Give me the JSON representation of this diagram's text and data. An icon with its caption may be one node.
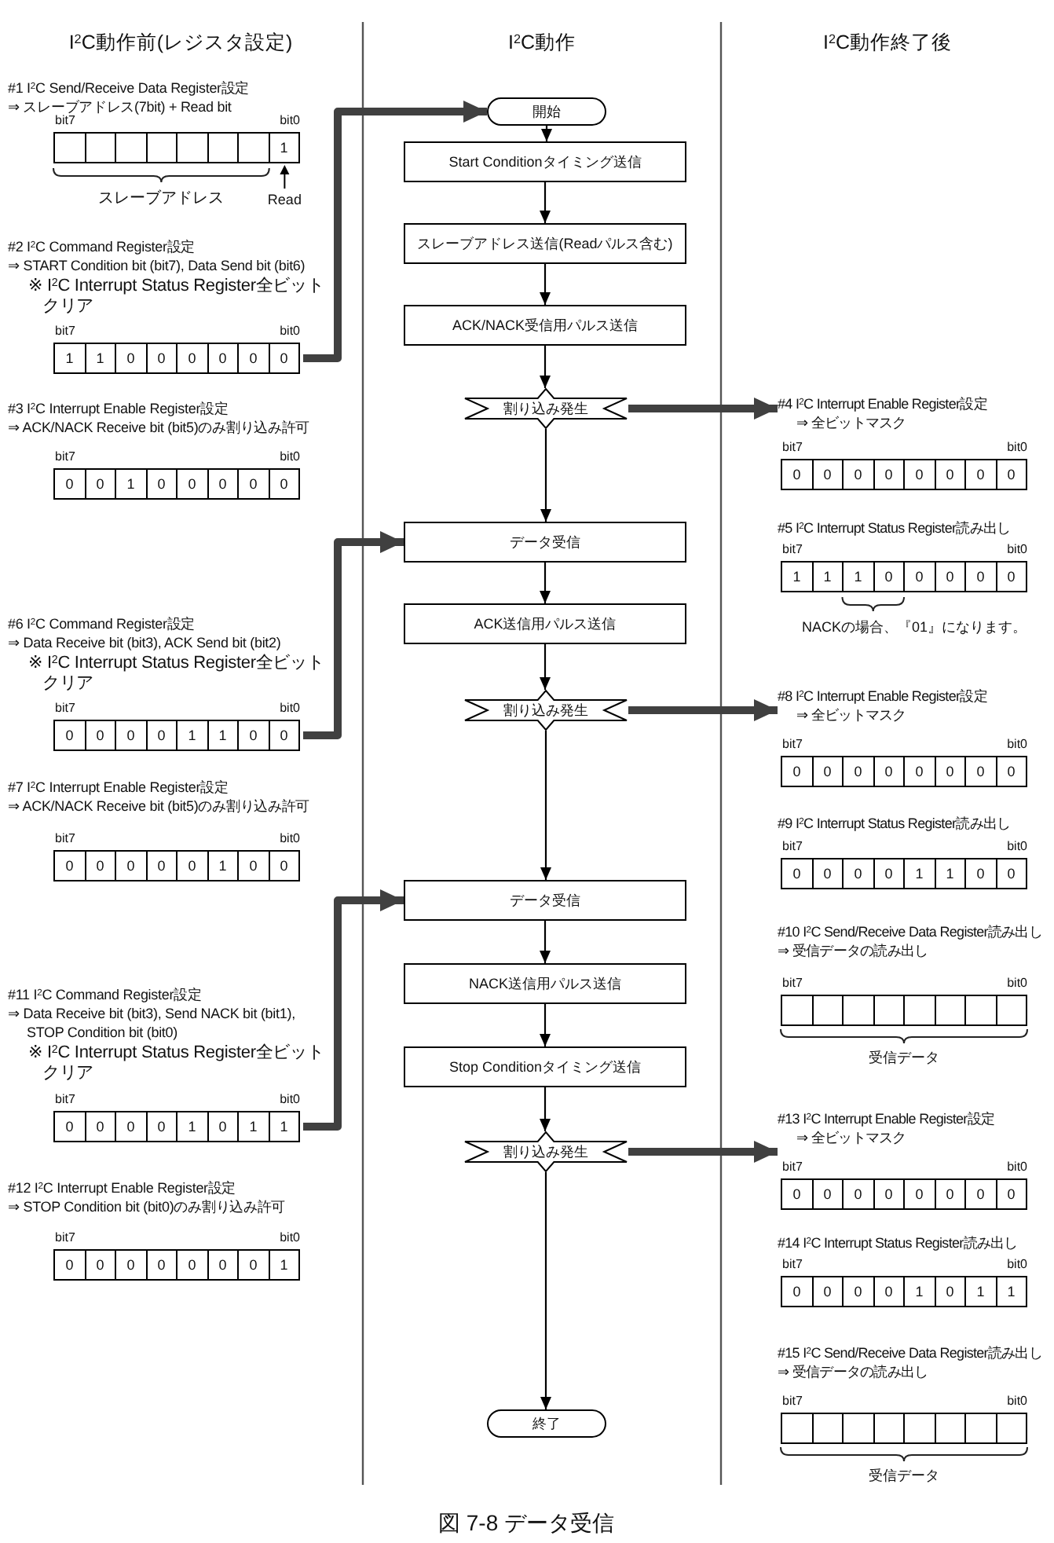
{
  "diagram": {
    "caption": "図 7-8 データ受信",
    "nodes": [
      {
        "text": [
          "開始"
        ]
      },
      {
        "text": [
          "Start Conditionタイミング送信"
        ]
      },
      {
        "text": [
          "スレーブアドレス送信(Readパルス含む)"
        ]
      },
      {
        "text": [
          "ACK/NACK受信用パルス送信"
        ]
      },
      {
        "text": [
          "割り込み発生"
        ]
      },
      {
        "text": [
          "データ受信"
        ]
      },
      {
        "text": [
          "ACK送信用パルス送信"
        ]
      },
      {
        "text": [
          "割り込み発生"
        ]
      },
      {
        "text": [
          "データ受信"
        ]
      },
      {
        "text": [
          "NACK送信用パルス送信"
        ]
      },
      {
        "text": [
          "Stop Conditionタイミング送信"
        ]
      },
      {
        "text": [
          "割り込み発生"
        ]
      },
      {
        "text": [
          "終了"
        ]
      },
      {
        "text": [
          "#1 I$^{2}$C Send/Receive Data Register設定",
          "⇒ スレーブアドレス(7bit) + Read bit"
        ]
      },
      {
        "text": [
          "1"
        ],
        "beside": [
          "bit7",
          "bit0",
          "スレーブアドレス",
          "Read"
        ]
      },
      {
        "text": [
          "#2 I$^{2}$C Command Register設定",
          "⇒ START Condition bit (bit7), Data Send bit (bit6)",
          "※ I$^{2}$C Interrupt Status Register全ビットクリア"
        ]
      },
      {
        "text": [
          "1",
          "1",
          "0",
          "0",
          "0",
          "0",
          "0",
          "0"
        ],
        "beside": [
          "bit7",
          "bit0"
        ]
      },
      {
        "text": [
          "#3 I$^{2}$C Interrupt Enable Register設定",
          "⇒ ACK/NACK Receive bit (bit5)のみ割り込み許可"
        ]
      },
      {
        "text": [
          "0",
          "0",
          "1",
          "0",
          "0",
          "0",
          "0",
          "0"
        ],
        "beside": [
          "bit7",
          "bit0"
        ]
      },
      {
        "text": [
          "#4 I$^{2}$C Interrupt Enable Register設定",
          "⇒ 全ビットマスク"
        ]
      },
      {
        "text": [
          "0",
          "0",
          "0",
          "0",
          "0",
          "0",
          "0",
          "0"
        ],
        "beside": [
          "bit7",
          "bit0"
        ]
      },
      {
        "text": [
          "#5 I$^{2}$C Interrupt Status Register読み出し"
        ]
      },
      {
        "text": [
          "1",
          "1",
          "1",
          "0",
          "0",
          "0",
          "0",
          "0"
        ],
        "beside": [
          "bit7",
          "bit0",
          "NACKの場合、『01』になります。"
        ]
      },
      {
        "text": [
          "#6 I$^{2}$C Command Register設定",
          "⇒ Data Receive bit (bit3),  ACK Send bit (bit2)",
          "※ I$^{2}$C Interrupt Status Register全ビットクリア"
        ]
      },
      {
        "text": [
          "0",
          "0",
          "0",
          "0",
          "1",
          "1",
          "0",
          "0"
        ],
        "beside": [
          "bit7",
          "bit0"
        ]
      },
      {
        "text": [
          "#7 I$^{2}$C Interrupt Enable Register設定",
          "⇒ ACK/NACK Receive bit (bit5)のみ割り込み許可"
        ]
      },
      {
        "text": [
          "0",
          "0",
          "0",
          "0",
          "0",
          "1",
          "0",
          "0"
        ],
        "beside": [
          "bit7",
          "bit0"
        ]
      },
      {
        "text": [
          "#8 I$^{2}$C Interrupt Enable Register設定",
          "⇒ 全ビットマスク"
        ]
      },
      {
        "text": [
          "0",
          "0",
          "0",
          "0",
          "0",
          "0",
          "0",
          "0"
        ],
        "beside": [
          "bit7",
          "bit0"
        ]
      },
      {
        "text": [
          "#9 I$^{2}$C Interrupt Status Register読み出し"
        ]
      },
      {
        "text": [
          "0",
          "0",
          "0",
          "0",
          "1",
          "1",
          "0",
          "0"
        ],
        "beside": [
          "bit7",
          "bit0"
        ]
      },
      {
        "text": [
          "#10 I$^{2}$C Send/Receive Data Register読み出し",
          "⇒ 受信データの読み出し"
        ]
      },
      {
        "text": [],
        "shape": "box",
        "beside": [
          "bit7",
          "bit0",
          "受信データ"
        ]
      },
      {
        "text": [
          "#11 I$^{2}$C Command Register設定",
          "⇒ Data Receive bit (bit3), Send NACK bit (bit1), STOP Condition bit (bit0)",
          "※ I$^{2}$C Interrupt Status Register全ビットクリア"
        ]
      },
      {
        "text": [
          "0",
          "0",
          "0",
          "0",
          "1",
          "0",
          "1",
          "1"
        ],
        "beside": [
          "bit7",
          "bit0"
        ]
      },
      {
        "text": [
          "#12 I$^{2}$C Interrupt Enable Register設定",
          "⇒ STOP Condition bit (bit0)のみ割り込み許可"
        ]
      },
      {
        "text": [
          "0",
          "0",
          "0",
          "0",
          "0",
          "0",
          "0",
          "1"
        ],
        "beside": [
          "bit7",
          "bit0"
        ]
      },
      {
        "text": [
          "#13 I$^{2}$C Interrupt Enable Register設定",
          "⇒ 全ビットマスク"
        ]
      },
      {
        "text": [
          "0",
          "0",
          "0",
          "0",
          "0",
          "0",
          "0",
          "0"
        ],
        "beside": [
          "bit7",
          "bit0"
        ]
      },
      {
        "text": [
          "#14 I$^{2}$C Interrupt Status Register読み出し"
        ]
      },
      {
        "text": [
          "0",
          "0",
          "0",
          "0",
          "1",
          "0",
          "1",
          "1"
        ],
        "beside": [
          "bit7",
          "bit0"
        ]
      },
      {
        "text": [
          "#15 I$^{2}$C Send/Receive Data Register読み出し",
          "⇒ 受信データの読み出し"
        ]
      },
      {
        "text": [],
        "shape": "box",
        "beside": [
          "bit7",
          "bit0",
          "受信データ"
        ]
      }
    ],
    "edges": [
      {
        "from": 0,
        "to": 1,
        "arrow": "to"
      },
      {
        "from": 1,
        "to": 2,
        "arrow": "to"
      },
      {
        "from": 2,
        "to": 3,
        "arrow": "to"
      },
      {
        "from": 3,
        "to": 4,
        "arrow": "to"
      },
      {
        "from": 4,
        "to": 5,
        "arrow": "to"
      },
      {
        "from": 5,
        "to": 6,
        "arrow": "to"
      },
      {
        "from": 6,
        "to": 7,
        "arrow": "to"
      },
      {
        "from": 7,
        "to": 8,
        "arrow": "to"
      },
      {
        "from": 8,
        "to": 9,
        "arrow": "to"
      },
      {
        "from": 9,
        "to": 10,
        "arrow": "to"
      },
      {
        "from": 10,
        "to": 11,
        "arrow": "to"
      },
      {
        "from": 11,
        "to": 12,
        "arrow": "to"
      },
      {
        "from": 16,
        "to": 0,
        "arrow": "to",
        "style": "thick",
        "color": "#404040"
      },
      {
        "from": 4,
        "to": 19,
        "arrow": "to",
        "style": "thick",
        "color": "#404040"
      },
      {
        "from": 24,
        "to": 5,
        "arrow": "to",
        "style": "thick",
        "color": "#404040"
      },
      {
        "from": 7,
        "to": 27,
        "arrow": "to",
        "style": "thick",
        "color": "#404040"
      },
      {
        "from": 34,
        "to": 8,
        "arrow": "to",
        "style": "thick",
        "color": "#404040"
      },
      {
        "from": 11,
        "to": 37,
        "arrow": "to",
        "style": "thick",
        "color": "#404040"
      }
    ],
    "labels": [
      "I$^{2}$C動作前(レジスタ設定)",
      "I$^{2}$C動作",
      "I$^{2}$C動作終了後"
    ]
  }
}
